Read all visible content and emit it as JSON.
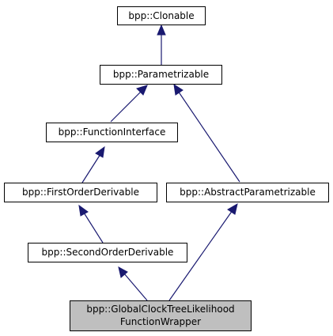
{
  "diagram": {
    "colors": {
      "edge": "#191970",
      "node_border": "#000000",
      "node_fill": "#ffffff",
      "highlight_fill": "#bfbfbf"
    },
    "nodes": {
      "clonable": {
        "label": "bpp::Clonable"
      },
      "parametrizable": {
        "label": "bpp::Parametrizable"
      },
      "function_interface": {
        "label": "bpp::FunctionInterface"
      },
      "first_order_derivable": {
        "label": "bpp::FirstOrderDerivable"
      },
      "abstract_parametrizable": {
        "label": "bpp::AbstractParametrizable"
      },
      "second_order_derivable": {
        "label": "bpp::SecondOrderDerivable"
      },
      "global_clock_wrapper": {
        "label_line1": "bpp::GlobalClockTreeLikelihood",
        "label_line2": "FunctionWrapper"
      }
    },
    "edges": [
      {
        "from": "parametrizable",
        "to": "clonable"
      },
      {
        "from": "function_interface",
        "to": "parametrizable"
      },
      {
        "from": "abstract_parametrizable",
        "to": "parametrizable"
      },
      {
        "from": "first_order_derivable",
        "to": "function_interface"
      },
      {
        "from": "second_order_derivable",
        "to": "first_order_derivable"
      },
      {
        "from": "global_clock_wrapper",
        "to": "second_order_derivable"
      },
      {
        "from": "global_clock_wrapper",
        "to": "abstract_parametrizable"
      }
    ]
  }
}
